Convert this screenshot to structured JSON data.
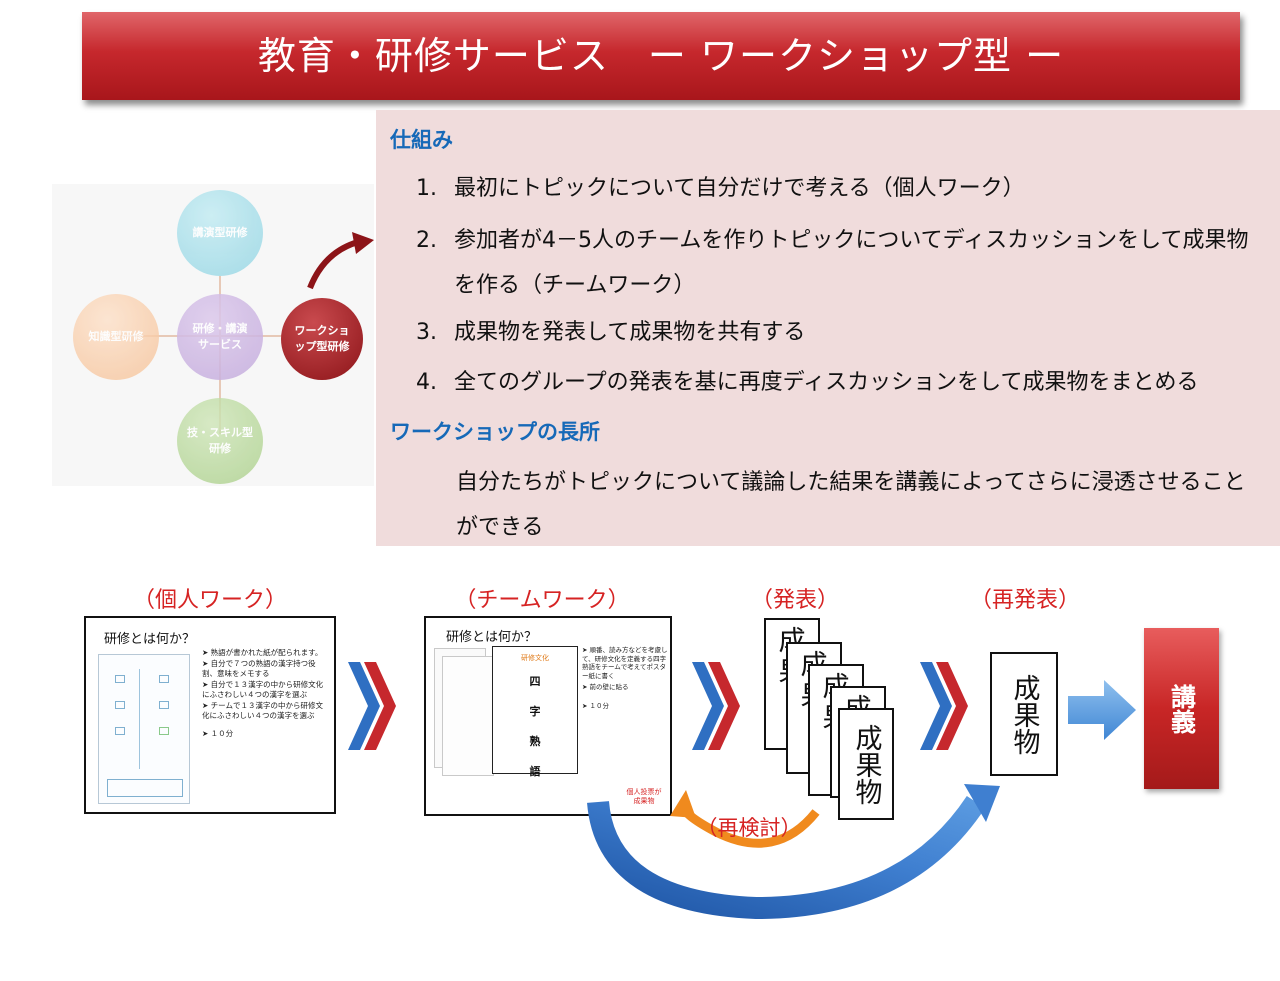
{
  "header": {
    "title": "教育・研修サービス　ー ワークショップ型 ー"
  },
  "mechanism": {
    "heading": "仕組み",
    "steps": [
      {
        "num": "1.",
        "text": "最初にトピックについて自分だけで考える（個人ワーク）"
      },
      {
        "num": "2.",
        "text": "参加者が4－5人のチームを作りトピックについてディスカッションをして成果物を作る（チームワーク）"
      },
      {
        "num": "3.",
        "text": "成果物を発表して成果物を共有する"
      },
      {
        "num": "4.",
        "text": "全てのグループの発表を基に再度ディスカッションをして成果物をまとめる"
      }
    ]
  },
  "merits": {
    "heading": "ワークショップの長所",
    "text": "自分たちがトピックについて議論した結果を講義によってさらに浸透させることができる"
  },
  "service_map": {
    "center": "研修・講演サービス",
    "top": "講演型研修",
    "left": "知識型研修",
    "right": "ワークショップ型研修",
    "bottom": "技・スキル型研修",
    "colors": {
      "top": "#6fc5d8",
      "left": "#f3b17a",
      "right": "#9b1e22",
      "bottom": "#8fb86a",
      "center": "#b197cc"
    }
  },
  "flow": {
    "labels": [
      "（個人ワーク）",
      "（チームワーク）",
      "（発表）",
      "（再発表）"
    ],
    "individual": {
      "title": "研修とは何か？",
      "bullets": [
        "熟語が書かれた紙が配られます。",
        "自分で７つの熟語の漢字持つ役割、意味をメモする",
        "自分で１３漢字の中から研修文化にふさわしい４つの漢字を選ぶ",
        "チームで１３漢字の中から研修文化にふさわしい４つの漢字を選ぶ",
        "１０分"
      ]
    },
    "team": {
      "title": "研修とは何か？",
      "poster_heading": "研修文化",
      "poster_chars": [
        "四",
        "字",
        "熟",
        "語"
      ],
      "bullets": [
        "順番、読み方などを考慮して、研修文化を定義する四字熟語をチームで考えてポスター紙に書く",
        "前の壁に貼る",
        "１０分"
      ],
      "vote_note": "個人投票が成果物"
    },
    "presentation_card": "成果物",
    "presentation_card_partial": "成果",
    "re_presentation_card": "成果物",
    "reexamine": "（再検討）",
    "lecture": "講義"
  },
  "colors": {
    "accent_red": "#c6282d",
    "heading_blue": "#1669b8",
    "label_red": "#d62323",
    "arrow_blue": "#2f6fc2",
    "arrow_orange": "#f08a1e"
  }
}
